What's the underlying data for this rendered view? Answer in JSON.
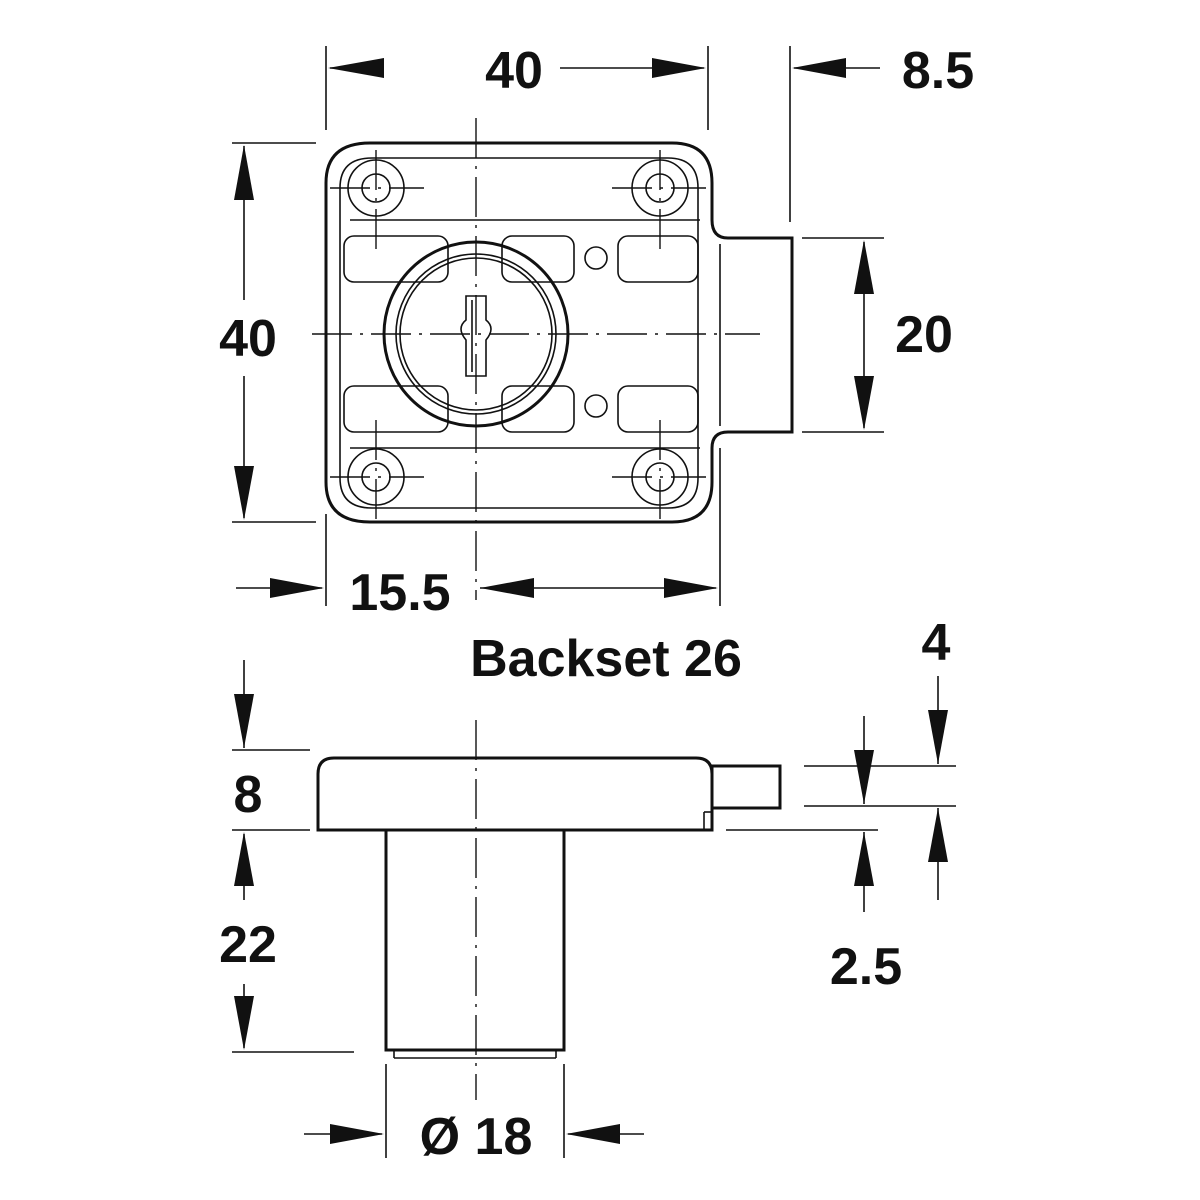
{
  "dimensions": {
    "top_width": "40",
    "bolt_offset": "8.5",
    "height": "40",
    "bolt_height": "20",
    "offset_left": "15.5",
    "backset": "Backset 26",
    "bolt_thickness": "4",
    "plate_thickness": "8",
    "cylinder_length": "22",
    "bolt_step": "2.5",
    "cylinder_diameter": "Ø 18"
  },
  "colors": {
    "line": "#111111",
    "background": "#ffffff"
  }
}
